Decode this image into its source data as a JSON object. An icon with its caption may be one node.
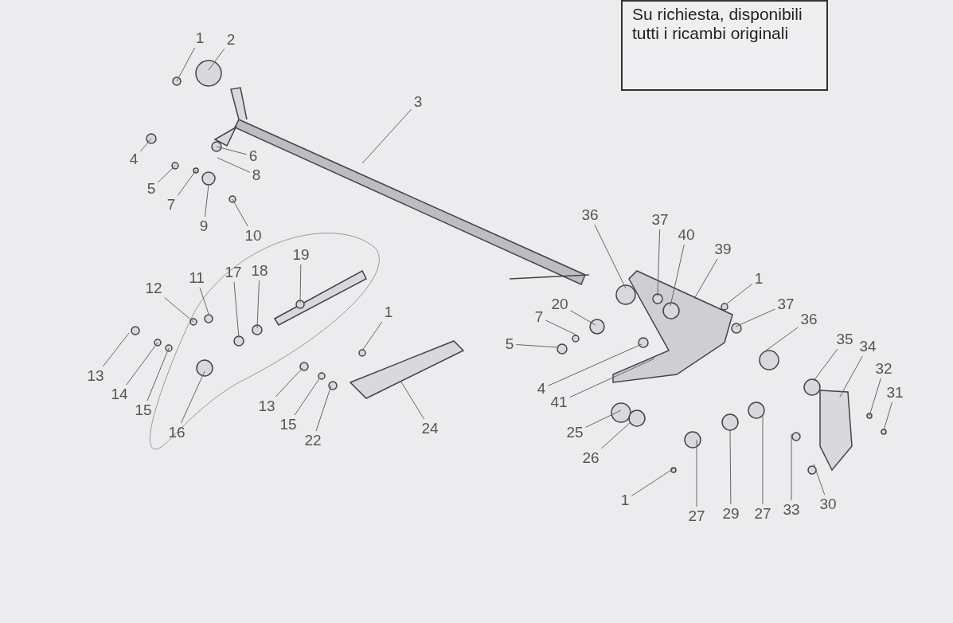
{
  "diagram": {
    "nodes": [
      {
        "text": [
          "Su richiesta, disponibili tutti i ricambi originali"
        ]
      },
      {
        "text": [
          "1"
        ]
      },
      {
        "text": [
          "2"
        ]
      },
      {
        "text": [
          "3"
        ]
      },
      {
        "text": [
          "4"
        ]
      },
      {
        "text": [
          "5"
        ]
      },
      {
        "text": [
          "6"
        ]
      },
      {
        "text": [
          "7"
        ]
      },
      {
        "text": [
          "8"
        ]
      },
      {
        "text": [
          "9"
        ]
      },
      {
        "text": [
          "10"
        ]
      },
      {
        "text": [
          "12"
        ]
      },
      {
        "text": [
          "11"
        ]
      },
      {
        "text": [
          "17"
        ]
      },
      {
        "text": [
          "18"
        ]
      },
      {
        "text": [
          "19"
        ]
      },
      {
        "text": [
          "13"
        ]
      },
      {
        "text": [
          "14"
        ]
      },
      {
        "text": [
          "15"
        ]
      },
      {
        "text": [
          "16"
        ]
      },
      {
        "text": [
          "1"
        ]
      },
      {
        "text": [
          "13"
        ]
      },
      {
        "text": [
          "15"
        ]
      },
      {
        "text": [
          "22"
        ]
      },
      {
        "text": [
          "24"
        ]
      },
      {
        "text": [
          "36"
        ]
      },
      {
        "text": [
          "37"
        ]
      },
      {
        "text": [
          "40"
        ]
      },
      {
        "text": [
          "39"
        ]
      },
      {
        "text": [
          "1"
        ]
      },
      {
        "text": [
          "20"
        ]
      },
      {
        "text": [
          "7"
        ]
      },
      {
        "text": [
          "5"
        ]
      },
      {
        "text": [
          "37"
        ]
      },
      {
        "text": [
          "36"
        ]
      },
      {
        "text": [
          "35"
        ]
      },
      {
        "text": [
          "34"
        ]
      },
      {
        "text": [
          "32"
        ]
      },
      {
        "text": [
          "31"
        ]
      },
      {
        "text": [
          "4"
        ]
      },
      {
        "text": [
          "41"
        ]
      },
      {
        "text": [
          "25"
        ]
      },
      {
        "text": [
          "26"
        ]
      },
      {
        "text": [
          "1"
        ]
      },
      {
        "text": [
          "27"
        ]
      },
      {
        "text": [
          "29"
        ]
      },
      {
        "text": [
          "27"
        ]
      },
      {
        "text": [
          "33"
        ]
      },
      {
        "text": [
          "30"
        ]
      }
    ],
    "edges": [
      {
        "from": 1,
        "to": null,
        "arrow": "none"
      },
      {
        "from": 2,
        "to": null,
        "arrow": "none"
      },
      {
        "from": 3,
        "to": null,
        "arrow": "none"
      },
      {
        "from": 4,
        "to": null,
        "arrow": "none"
      },
      {
        "from": 5,
        "to": null,
        "arrow": "none"
      },
      {
        "from": 6,
        "to": null,
        "arrow": "none"
      },
      {
        "from": 7,
        "to": null,
        "arrow": "none"
      },
      {
        "from": 8,
        "to": null,
        "arrow": "none"
      },
      {
        "from": 9,
        "to": null,
        "arrow": "none"
      },
      {
        "from": 10,
        "to": null,
        "arrow": "none"
      },
      {
        "from": 11,
        "to": null,
        "arrow": "none"
      },
      {
        "from": 12,
        "to": null,
        "arrow": "none"
      },
      {
        "from": 13,
        "to": null,
        "arrow": "none"
      },
      {
        "from": 14,
        "to": null,
        "arrow": "none"
      },
      {
        "from": 15,
        "to": null,
        "arrow": "none"
      },
      {
        "from": 16,
        "to": null,
        "arrow": "none"
      },
      {
        "from": 17,
        "to": null,
        "arrow": "none"
      },
      {
        "from": 18,
        "to": null,
        "arrow": "none"
      },
      {
        "from": 19,
        "to": null,
        "arrow": "none"
      },
      {
        "from": 20,
        "to": null,
        "arrow": "none"
      },
      {
        "from": 21,
        "to": null,
        "arrow": "none"
      },
      {
        "from": 22,
        "to": null,
        "arrow": "none"
      },
      {
        "from": 23,
        "to": null,
        "arrow": "none"
      },
      {
        "from": 24,
        "to": null,
        "arrow": "none"
      },
      {
        "from": 25,
        "to": null,
        "arrow": "none"
      },
      {
        "from": 26,
        "to": null,
        "arrow": "none"
      },
      {
        "from": 27,
        "to": null,
        "arrow": "none"
      },
      {
        "from": 28,
        "to": null,
        "arrow": "none"
      },
      {
        "from": 29,
        "to": null,
        "arrow": "none"
      },
      {
        "from": 30,
        "to": null,
        "arrow": "none"
      },
      {
        "from": 31,
        "to": null,
        "arrow": "none"
      },
      {
        "from": 32,
        "to": null,
        "arrow": "none"
      },
      {
        "from": 33,
        "to": null,
        "arrow": "none"
      },
      {
        "from": 34,
        "to": null,
        "arrow": "none"
      },
      {
        "from": 35,
        "to": null,
        "arrow": "none"
      },
      {
        "from": 36,
        "to": null,
        "arrow": "none"
      },
      {
        "from": 37,
        "to": null,
        "arrow": "none"
      },
      {
        "from": 38,
        "to": null,
        "arrow": "none"
      },
      {
        "from": 39,
        "to": null,
        "arrow": "none"
      },
      {
        "from": 40,
        "to": null,
        "arrow": "none"
      },
      {
        "from": 41,
        "to": null,
        "arrow": "none"
      },
      {
        "from": 42,
        "to": null,
        "arrow": "none"
      },
      {
        "from": 43,
        "to": null,
        "arrow": "none"
      },
      {
        "from": 44,
        "to": null,
        "arrow": "none"
      },
      {
        "from": 45,
        "to": null,
        "arrow": "none"
      },
      {
        "from": 46,
        "to": null,
        "arrow": "none"
      },
      {
        "from": 47,
        "to": null,
        "arrow": "none"
      },
      {
        "from": 48,
        "to": null,
        "arrow": "none"
      }
    ]
  }
}
